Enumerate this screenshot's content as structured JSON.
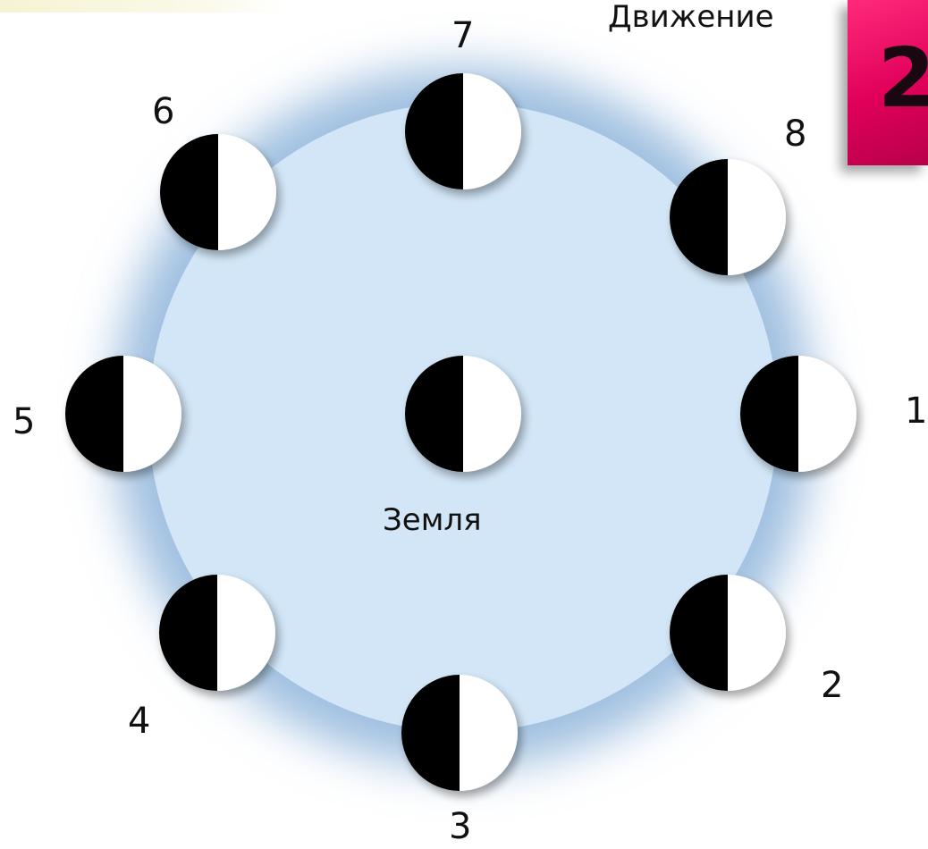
{
  "diagram": {
    "earth_label": "Земля",
    "motion_label": "Движение",
    "corner_text": "2",
    "positions": [
      "1",
      "2",
      "3",
      "4",
      "5",
      "6",
      "7",
      "8"
    ],
    "colors": {
      "orbit_fill": "#d2e6f7",
      "orbit_glow": "#a9c8e6",
      "dark_half": "#000000",
      "light_half": "#ffffff",
      "corner_accent": "#e6005c"
    }
  }
}
